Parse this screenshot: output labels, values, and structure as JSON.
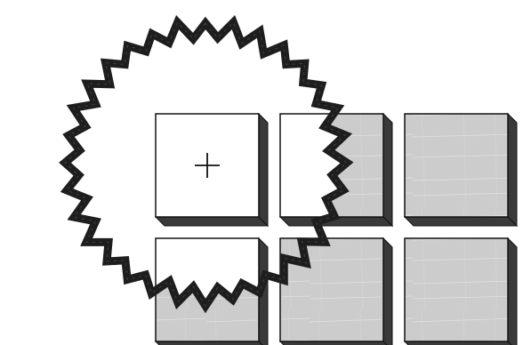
{
  "colors": {
    "background": "#ffffff",
    "tile_gray": "#cccccc",
    "tile_white": "#ffffff",
    "tile_border": "#111111",
    "shadow": "#3a3a3a",
    "outline": "#1e1e1e",
    "texture": "#e6e6e6"
  },
  "tiles": [
    {
      "row": 1,
      "col": 1,
      "state": "clear",
      "marker": "plus-icon"
    },
    {
      "row": 1,
      "col": 2,
      "state": "partial"
    },
    {
      "row": 1,
      "col": 3,
      "state": "filled"
    },
    {
      "row": 2,
      "col": 1,
      "state": "partial"
    },
    {
      "row": 2,
      "col": 2,
      "state": "filled"
    },
    {
      "row": 2,
      "col": 3,
      "state": "filled"
    }
  ],
  "outline": {
    "shape": "jagged-circle",
    "icon": "jagged-circle-outline"
  }
}
